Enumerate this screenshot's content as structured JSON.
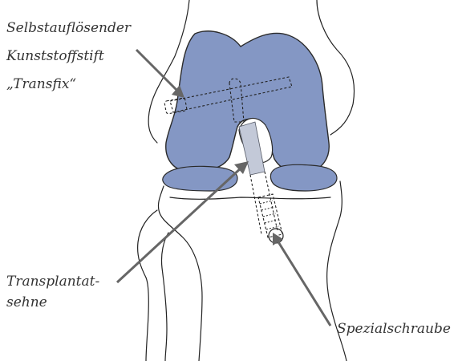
{
  "labels": {
    "pin_line1": "Selbstauflösender",
    "pin_line2": "Kunststoffstift",
    "pin_line3": "„Transfix“",
    "tendon_line1": "Transplantat-",
    "tendon_line2": "sehne",
    "screw": "Spezialschraube"
  },
  "colors": {
    "femur_fill": "#8497c4",
    "graft_fill": "#c3c9d8",
    "pointer": "#666666",
    "text": "#333333"
  }
}
